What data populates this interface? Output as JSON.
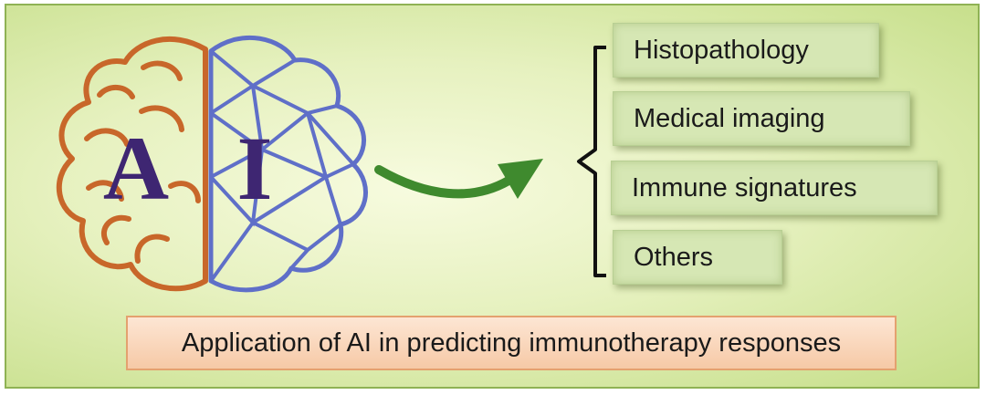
{
  "logo": {
    "left_letter": "A",
    "right_letter": "I"
  },
  "categories": [
    {
      "label": "Histopathology"
    },
    {
      "label": "Medical imaging"
    },
    {
      "label": "Immune signatures"
    },
    {
      "label": "Others"
    }
  ],
  "caption": "Application of AI in predicting immunotherapy responses",
  "colors": {
    "brain_left": "#c8672a",
    "brain_right": "#5f6fc8",
    "letter": "#3e2672",
    "arrow": "#3f8a2e",
    "panel_border": "#8fb254",
    "category_fill": "#d6e7b4",
    "caption_fill": "#f8d2b4",
    "caption_border": "#e4a16f"
  },
  "icons": [
    "brain-icon",
    "curved-arrow-icon",
    "bracket-icon"
  ]
}
